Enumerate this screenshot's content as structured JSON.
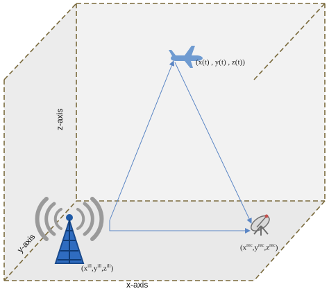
{
  "axes": {
    "x_label": "x-axis",
    "y_label": "y-axis",
    "z_label": "z-axis"
  },
  "aircraft": {
    "coord_label": "(x(t) , y(t) , z(t))",
    "icon": "airplane-icon"
  },
  "transmitter": {
    "x": "x",
    "y": "y",
    "z": "z",
    "sup": "ill",
    "icon": "radio-tower-icon"
  },
  "receiver": {
    "x": "x",
    "y": "y",
    "z": "z",
    "sup": "rec",
    "icon": "satellite-dish-icon"
  },
  "colors": {
    "box_edge": "#7a6a3c",
    "panel_back": "#f2f2f2",
    "panel_side": "#ececec",
    "arrow": "#5b86c5",
    "airplane": "#6f9bd1",
    "tower": "#1f5aa6",
    "waves": "#9a9a9a"
  }
}
